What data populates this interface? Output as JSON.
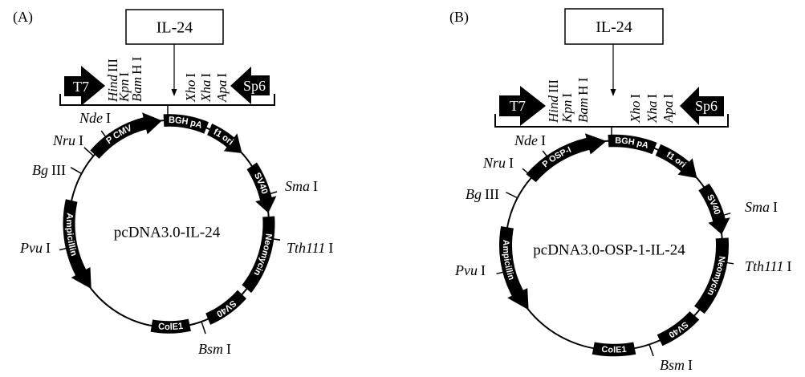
{
  "figure": {
    "panels": [
      {
        "panel_label": "(A)",
        "insert_label": "IL-24",
        "plasmid_name": "pcDNA3.0-IL-24",
        "left_promoter": "T7",
        "right_promoter": "Sp6",
        "mcs_left_sites": [
          {
            "name": "Hind",
            "numeral": "III"
          },
          {
            "name": "Kpn",
            "numeral": "I"
          },
          {
            "name": "Bam",
            "numeral": "H I"
          }
        ],
        "mcs_right_sites": [
          {
            "name": "Xho",
            "numeral": "I"
          },
          {
            "name": "Xha",
            "numeral": "I"
          },
          {
            "name": "Apa",
            "numeral": "I"
          }
        ],
        "features": [
          {
            "label": "P CMV",
            "direction": "clockwise"
          },
          {
            "label": "BGH pA",
            "direction": "none"
          },
          {
            "label": "f1 ori",
            "direction": "clockwise"
          },
          {
            "label": "SV40",
            "direction": "clockwise"
          },
          {
            "label": "Neomycin",
            "direction": "none"
          },
          {
            "label": "SV40",
            "direction": "none"
          },
          {
            "label": "ColE1",
            "direction": "none"
          },
          {
            "label": "Ampicillin",
            "direction": "counterclockwise"
          }
        ],
        "backbone_sites": [
          {
            "name": "Nde",
            "numeral": "I"
          },
          {
            "name": "Nru",
            "numeral": "I"
          },
          {
            "name": "Bg",
            "numeral": "III"
          },
          {
            "name": "Pvu",
            "numeral": "I"
          },
          {
            "name": "Sma",
            "numeral": "I"
          },
          {
            "name": "Tth111",
            "numeral": "I"
          },
          {
            "name": "Bsm",
            "numeral": "I"
          }
        ]
      },
      {
        "panel_label": "(B)",
        "insert_label": "IL-24",
        "plasmid_name": "pcDNA3.0-OSP-1-IL-24",
        "left_promoter": "T7",
        "right_promoter": "Sp6",
        "mcs_left_sites": [
          {
            "name": "Hind",
            "numeral": "III"
          },
          {
            "name": "Kpn",
            "numeral": "I"
          },
          {
            "name": "Bam",
            "numeral": "H I"
          }
        ],
        "mcs_right_sites": [
          {
            "name": "Xho",
            "numeral": "I"
          },
          {
            "name": "Xha",
            "numeral": "I"
          },
          {
            "name": "Apa",
            "numeral": "I"
          }
        ],
        "features": [
          {
            "label": "P OSP-I",
            "direction": "clockwise"
          },
          {
            "label": "BGH pA",
            "direction": "none"
          },
          {
            "label": "f1 ori",
            "direction": "clockwise"
          },
          {
            "label": "SV40",
            "direction": "clockwise"
          },
          {
            "label": "Neomycin",
            "direction": "none"
          },
          {
            "label": "SV40",
            "direction": "none"
          },
          {
            "label": "ColE1",
            "direction": "none"
          },
          {
            "label": "Ampicillin",
            "direction": "counterclockwise"
          }
        ],
        "backbone_sites": [
          {
            "name": "Nde",
            "numeral": "I"
          },
          {
            "name": "Nru",
            "numeral": "I"
          },
          {
            "name": "Bg",
            "numeral": "III"
          },
          {
            "name": "Pvu",
            "numeral": "I"
          },
          {
            "name": "Sma",
            "numeral": "I"
          },
          {
            "name": "Tth111",
            "numeral": "I"
          },
          {
            "name": "Bsm",
            "numeral": "I"
          }
        ]
      }
    ]
  },
  "colors": {
    "ink": "#000000",
    "feature_text": "#ffffff",
    "background": "#ffffff"
  }
}
